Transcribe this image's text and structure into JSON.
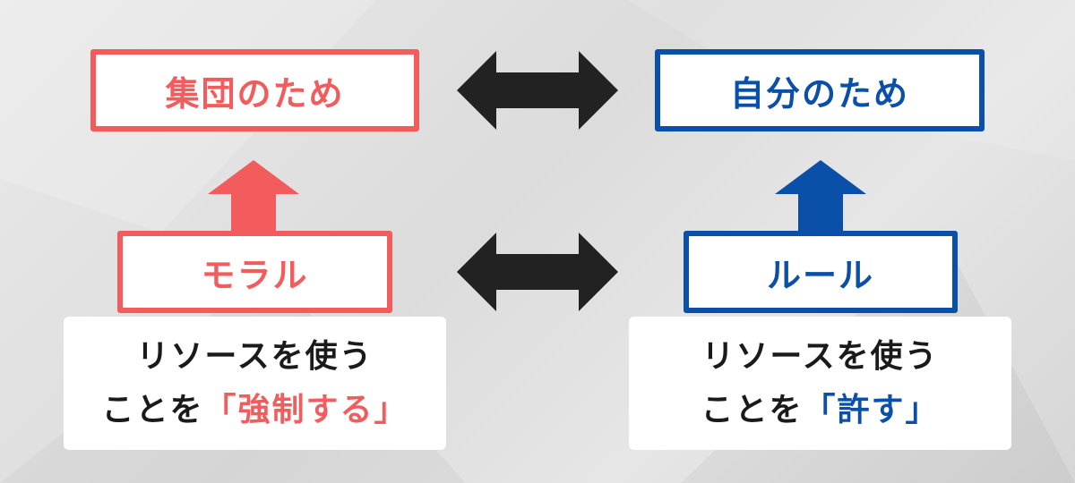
{
  "colors": {
    "red": "#f25c5c",
    "blue": "#0a4fa8",
    "dark": "#222222"
  },
  "left": {
    "top_box": "集団のため",
    "mid_box": "モラル",
    "card_line1": "リソースを使う",
    "card_line2_prefix": "ことを",
    "card_line2_highlight": "「強制する」"
  },
  "right": {
    "top_box": "自分のため",
    "mid_box": "ルール",
    "card_line1": "リソースを使う",
    "card_line2_prefix": "ことを",
    "card_line2_highlight": "「許す」"
  },
  "icons": {
    "double_arrow": "left-right-arrow-icon",
    "up_arrow": "up-arrow-icon"
  }
}
